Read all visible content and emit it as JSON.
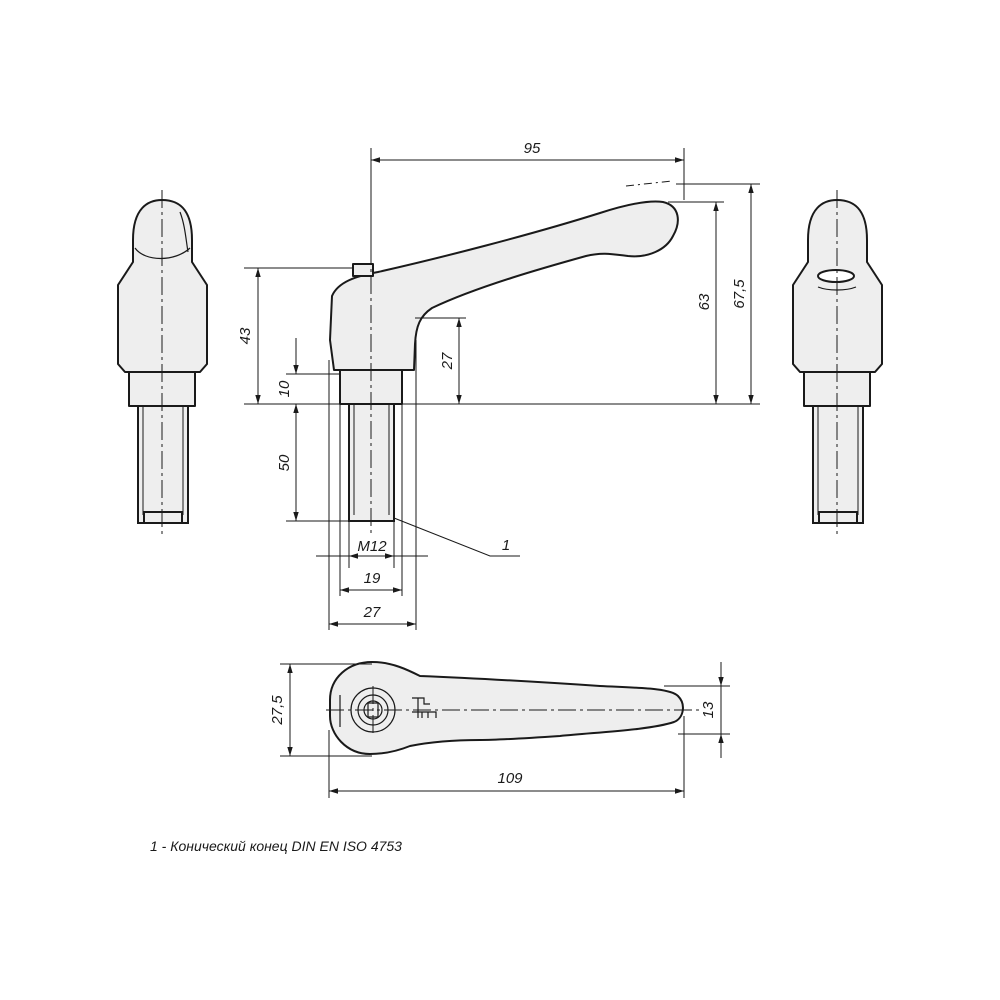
{
  "dimensions": {
    "d95": "95",
    "d67_5": "67,5",
    "d63": "63",
    "d43": "43",
    "d27_height": "27",
    "d10": "10",
    "d50": "50",
    "thread": "M12",
    "d19": "19",
    "d27_width": "27",
    "d27_5": "27,5",
    "d13": "13",
    "d109": "109",
    "callout": "1"
  },
  "caption": "1 - Конический конец DIN EN ISO 4753"
}
